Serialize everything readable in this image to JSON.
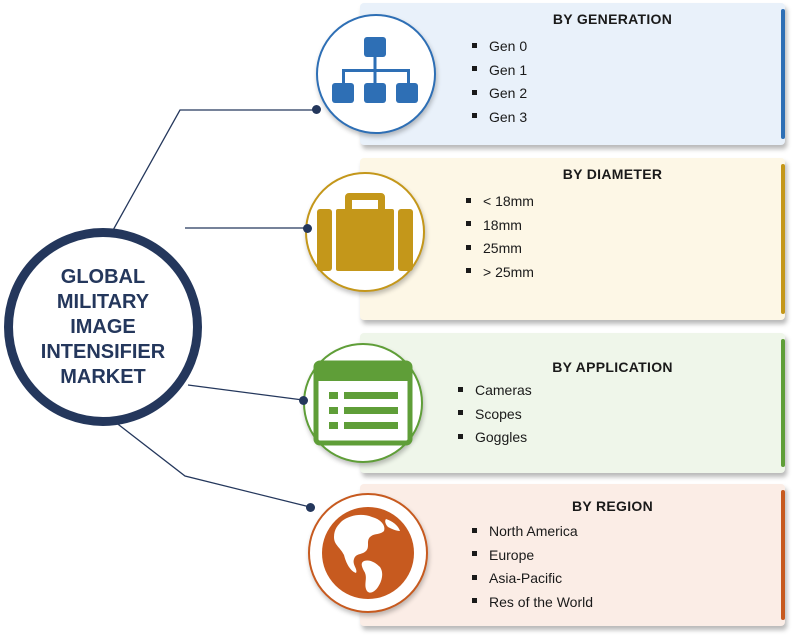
{
  "center": {
    "lines": [
      "GLOBAL",
      "MILITARY",
      "IMAGE",
      "INTENSIFIER",
      "MARKET"
    ]
  },
  "colors": {
    "center": "#24375c",
    "generation": "#2e6fb5",
    "diameter": "#c4971a",
    "application": "#5f9e38",
    "region": "#c75a1f"
  },
  "segments": [
    {
      "title": "BY GENERATION",
      "icon": "hierarchy-icon",
      "items": [
        "Gen 0",
        "Gen 1",
        "Gen 2",
        "Gen 3"
      ]
    },
    {
      "title": "BY DIAMETER",
      "icon": "briefcase-icon",
      "items": [
        "< 18mm",
        "18mm",
        "25mm",
        "> 25mm"
      ]
    },
    {
      "title": "BY APPLICATION",
      "icon": "list-window-icon",
      "items": [
        "Cameras",
        "Scopes",
        "Goggles"
      ]
    },
    {
      "title": "BY REGION",
      "icon": "globe-icon",
      "items": [
        "North America",
        "Europe",
        "Asia-Pacific",
        "Res of the World"
      ]
    }
  ]
}
